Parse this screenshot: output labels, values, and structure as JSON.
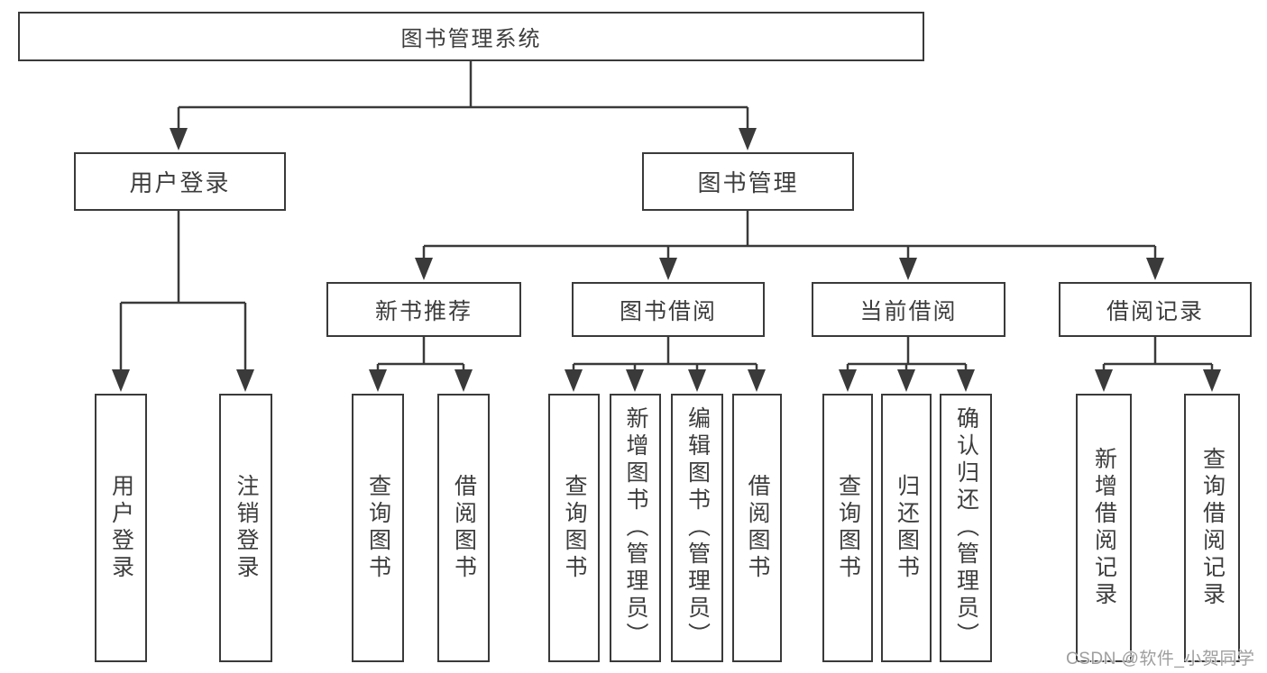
{
  "colors": {
    "line": "#3a3a3a",
    "box_border": "#3a3a3a",
    "text": "#3d3d3d",
    "background": "#ffffff",
    "watermark": "#9e9e9e"
  },
  "chart_data": {
    "type": "tree-diagram",
    "title": "图书管理系统",
    "hierarchy": {
      "label": "图书管理系统",
      "children": [
        {
          "label": "用户登录",
          "children": [
            {
              "label": "用户登录"
            },
            {
              "label": "注销登录"
            }
          ]
        },
        {
          "label": "图书管理",
          "children": [
            {
              "label": "新书推荐",
              "children": [
                {
                  "label": "查询图书"
                },
                {
                  "label": "借阅图书"
                }
              ]
            },
            {
              "label": "图书借阅",
              "children": [
                {
                  "label": "查询图书"
                },
                {
                  "label": "新增图书（管理员）"
                },
                {
                  "label": "编辑图书（管理员）"
                },
                {
                  "label": "借阅图书"
                }
              ]
            },
            {
              "label": "当前借阅",
              "children": [
                {
                  "label": "查询图书"
                },
                {
                  "label": "归还图书"
                },
                {
                  "label": "确认归还（管理员）"
                }
              ]
            },
            {
              "label": "借阅记录",
              "children": [
                {
                  "label": "新增借阅记录"
                },
                {
                  "label": "查询借阅记录"
                }
              ]
            }
          ]
        }
      ]
    }
  },
  "tree": {
    "root": {
      "label": "图书管理系统"
    },
    "level2": [
      {
        "label": "用户登录"
      },
      {
        "label": "图书管理"
      }
    ],
    "level3": [
      {
        "label": "新书推荐"
      },
      {
        "label": "图书借阅"
      },
      {
        "label": "当前借阅"
      },
      {
        "label": "借阅记录"
      }
    ],
    "leaves": [
      {
        "label": "用户登录",
        "parent": "用户登录"
      },
      {
        "label": "注销登录",
        "parent": "用户登录"
      },
      {
        "label": "查询图书",
        "parent": "新书推荐"
      },
      {
        "label": "借阅图书",
        "parent": "新书推荐"
      },
      {
        "label": "查询图书",
        "parent": "图书借阅"
      },
      {
        "label": "新增图书（管理员）",
        "parent": "图书借阅"
      },
      {
        "label": "编辑图书（管理员）",
        "parent": "图书借阅"
      },
      {
        "label": "借阅图书",
        "parent": "图书借阅"
      },
      {
        "label": "查询图书",
        "parent": "当前借阅"
      },
      {
        "label": "归还图书",
        "parent": "当前借阅"
      },
      {
        "label": "确认归还（管理员）",
        "parent": "当前借阅"
      },
      {
        "label": "新增借阅记录",
        "parent": "借阅记录"
      },
      {
        "label": "查询借阅记录",
        "parent": "借阅记录"
      }
    ]
  },
  "watermark": {
    "text": "CSDN @软件_小贺同学"
  }
}
